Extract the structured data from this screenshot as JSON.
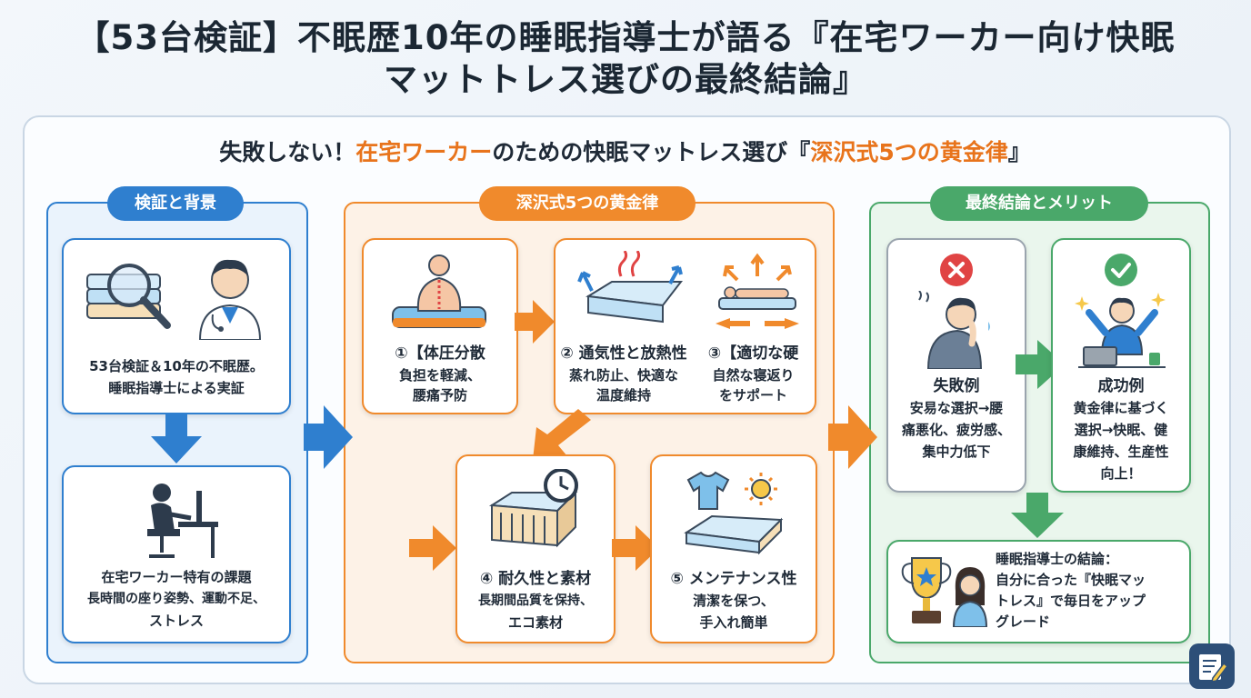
{
  "title_line1": "【53台検証】不眠歴10年の睡眠指導士が語る『在宅ワーカー向け快眠",
  "title_line2": "マットトレス選びの最終結論』",
  "subtitle": {
    "part1": "失敗しない！",
    "part2": "在宅ワーカー",
    "part3": "のための快眠マットレス選び『",
    "part4": "深沢式5つの黄金律",
    "part5": "』"
  },
  "panels": {
    "left": {
      "heading": "検証と背景",
      "card1": {
        "line1": "53台検証＆10年の不眠歴。",
        "line2": "睡眠指導士による実証"
      },
      "card2": {
        "line1": "在宅ワーカー特有の課題",
        "line2": "長時間の座り姿勢、運動不足、",
        "line3": "ストレス"
      }
    },
    "middle": {
      "heading": "深沢式5つの黄金律",
      "rule1": {
        "title": "①【体圧分散",
        "line1": "負担を軽減、",
        "line2": "腰痛予防"
      },
      "rule2": {
        "title": "② 通気性と放熱性",
        "line1": "蒸れ防止、快適な",
        "line2": "温度維持"
      },
      "rule3": {
        "title": "③【適切な硬",
        "line1": "自然な寝返り",
        "line2": "をサポート"
      },
      "rule4": {
        "title": "④ 耐久性と素材",
        "line1": "長期間品質を保持、",
        "line2": "エコ素材"
      },
      "rule5": {
        "title": "⑤ メンテナンス性",
        "line1": "清潔を保つ、",
        "line2": "手入れ簡単"
      }
    },
    "right": {
      "heading": "最終結論とメリット",
      "fail": {
        "title": "失敗例",
        "line1": "安易な選択→腰",
        "line2": "痛悪化、疲労感、",
        "line3": "集中力低下"
      },
      "success": {
        "title": "成功例",
        "line1": "黄金律に基づく",
        "line2": "選択→快眠、健",
        "line3": "康維持、生産性",
        "line4": "向上！"
      },
      "conclusion": {
        "line1": "睡眠指導士の結論：",
        "line2": "自分に合った『快眠マッ",
        "line3": "トレス』で毎日をアップ",
        "line4": "グレード"
      }
    }
  },
  "colors": {
    "blue": "#2f7fcf",
    "orange": "#f08a2c",
    "green": "#4aa86a",
    "red": "#e04444"
  },
  "icons": [
    "magnifier-mattress-icon",
    "doctor-icon",
    "desk-worker-icon",
    "spine-icon",
    "mattress-heat-icon",
    "sleeping-person-icon",
    "mattress-clock-icon",
    "tshirt-sun-icon",
    "tired-person-icon",
    "happy-person-icon",
    "trophy-icon",
    "woman-icon",
    "cross-icon",
    "check-icon",
    "edit-note-icon"
  ]
}
